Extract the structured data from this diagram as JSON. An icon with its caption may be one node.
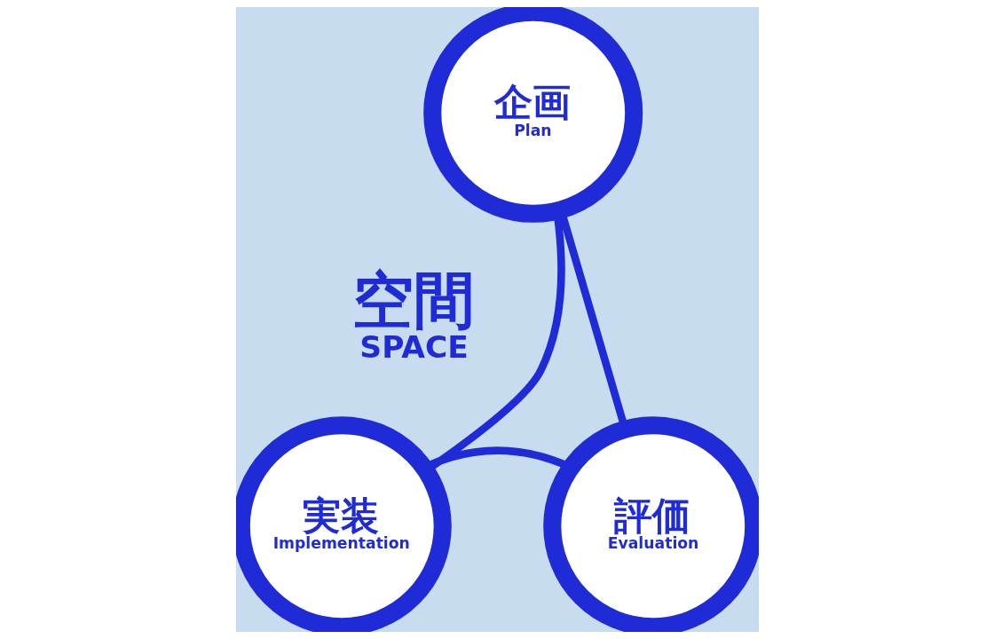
{
  "diagram": {
    "nodes": [
      {
        "text": [
          "企画",
          "Plan"
        ]
      },
      {
        "text": [
          "実装",
          "Implementation"
        ]
      },
      {
        "text": [
          "評価",
          "Evaluation"
        ]
      }
    ],
    "edges": [
      {
        "from": 0,
        "to": 2,
        "arrow": "none"
      },
      {
        "from": 2,
        "to": 1,
        "arrow": "none"
      },
      {
        "from": 1,
        "to": 0,
        "arrow": "none"
      }
    ],
    "labels": [
      "空間",
      "SPACE"
    ]
  }
}
